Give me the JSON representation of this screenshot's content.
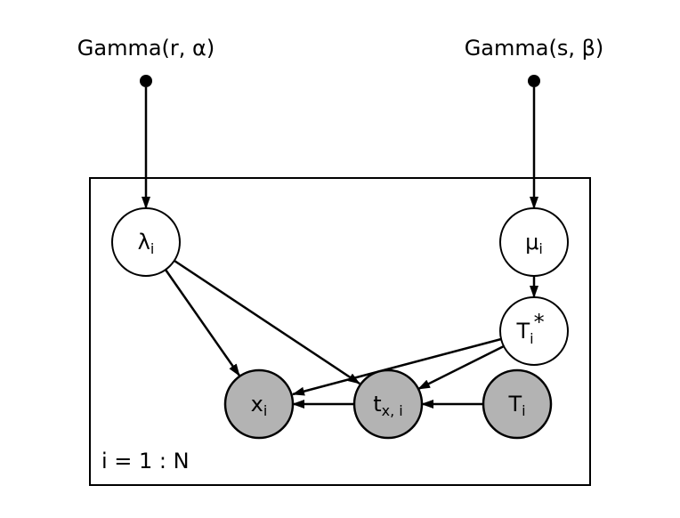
{
  "priors": {
    "lambda_prior": "Gamma(r, α)",
    "mu_prior": "Gamma(s, β)"
  },
  "plate": {
    "label": "i = 1 : N"
  },
  "nodes": {
    "lambda": {
      "main": "λ",
      "sub": "i",
      "observed": false
    },
    "mu": {
      "main": "μ",
      "sub": "i",
      "observed": false
    },
    "t_star": {
      "main": "T",
      "sub": "i",
      "sup": "*",
      "observed": false
    },
    "x": {
      "main": "x",
      "sub": "i",
      "observed": true
    },
    "t": {
      "main": "t",
      "sub": "x, i",
      "observed": true
    },
    "T": {
      "main": "T",
      "sub": "i",
      "observed": true
    }
  },
  "edges": [
    [
      "lambda_prior",
      "lambda"
    ],
    [
      "mu_prior",
      "mu"
    ],
    [
      "lambda",
      "x"
    ],
    [
      "lambda",
      "t"
    ],
    [
      "mu",
      "t_star"
    ],
    [
      "t_star",
      "x"
    ],
    [
      "t_star",
      "t"
    ],
    [
      "t",
      "x"
    ],
    [
      "T",
      "t"
    ]
  ],
  "colors": {
    "observed_fill": "#b3b3b3",
    "latent_fill": "#ffffff",
    "stroke": "#000000"
  }
}
